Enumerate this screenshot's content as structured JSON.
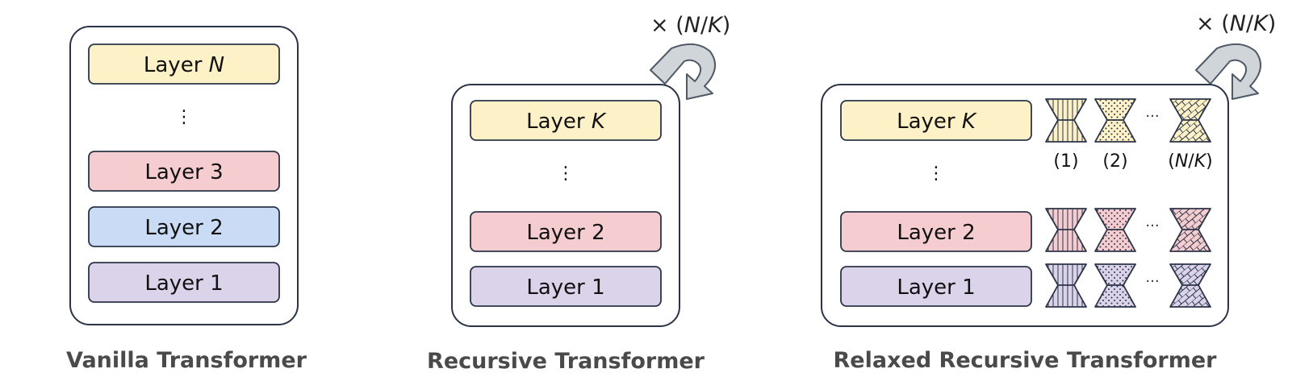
{
  "colors": {
    "layer_n": "#fdf1c7",
    "layer_3": "#f5cdd0",
    "layer_2_blue": "#c9dbf5",
    "layer_1": "#dad3ea",
    "stroke": "#2b3447",
    "arrow_fill": "#d0d5da",
    "arrow_stroke": "#4f5a66"
  },
  "vanilla": {
    "layer_n_prefix": "Layer ",
    "layer_n_var": "N",
    "ellipsis": "⋮",
    "layer_3": "Layer 3",
    "layer_2": "Layer 2",
    "layer_1": "Layer 1",
    "caption": "Vanilla Transformer"
  },
  "recursive": {
    "repeat_prefix": "× (",
    "repeat_n": "N",
    "repeat_slash": "/",
    "repeat_k": "K",
    "repeat_suffix": ")",
    "layer_k_prefix": "Layer ",
    "layer_k_var": "K",
    "ellipsis": "⋮",
    "layer_2": "Layer 2",
    "layer_1": "Layer 1",
    "caption": "Recursive Transformer"
  },
  "relaxed": {
    "repeat_prefix": "× (",
    "repeat_n": "N",
    "repeat_slash": "/",
    "repeat_k": "K",
    "repeat_suffix": ")",
    "layer_k_prefix": "Layer ",
    "layer_k_var": "K",
    "ellipsis": "⋮",
    "layer_2": "Layer 2",
    "layer_1": "Layer 1",
    "lora_ellipsis": "···",
    "label_1": "(1)",
    "label_2": "(2)",
    "label_last_open": "(",
    "label_last_n": "N",
    "label_last_slash": "/",
    "label_last_k": "K",
    "label_last_close": ")",
    "caption": "Relaxed Recursive Transformer"
  }
}
